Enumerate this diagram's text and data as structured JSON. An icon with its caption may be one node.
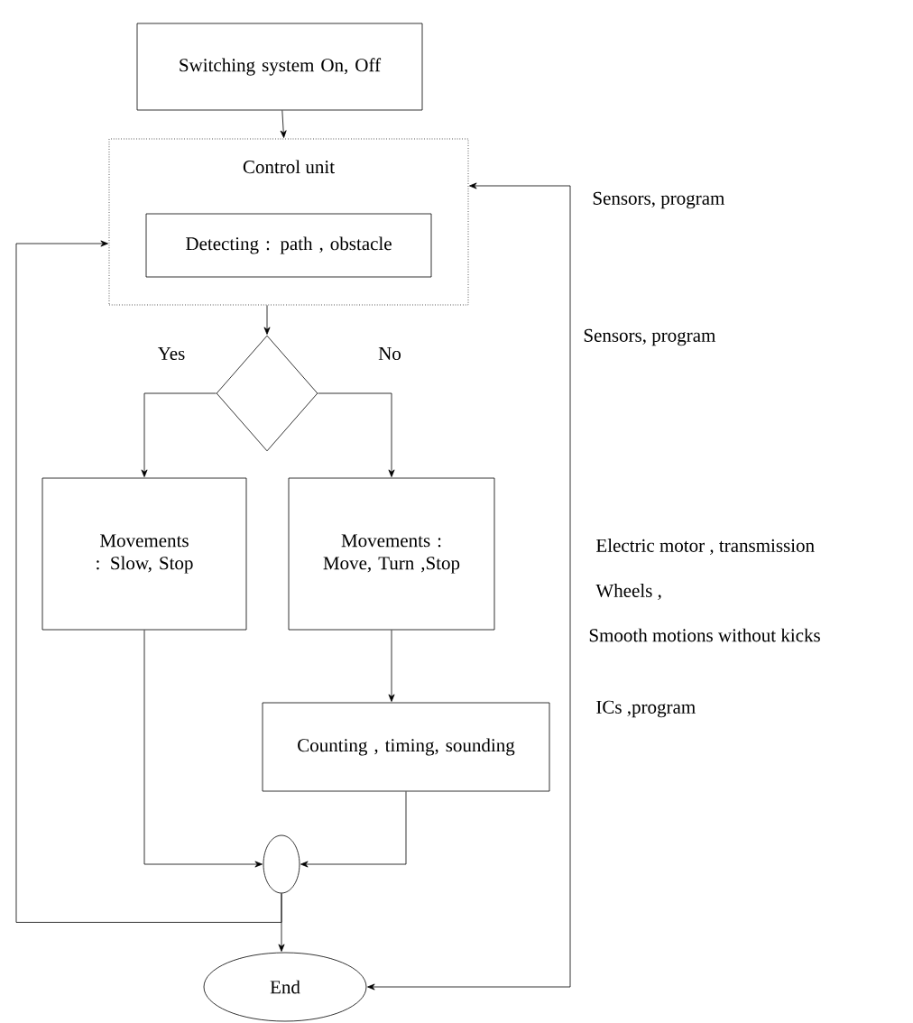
{
  "diagram": {
    "nodes": [
      {
        "text": [
          "Switching system  On, Off"
        ]
      },
      {
        "text": [
          "Control unit"
        ]
      },
      {
        "text": [
          "Detecting : path , obstacle"
        ],
        "in": 1
      },
      {
        "text": [],
        "shape": "diamond"
      },
      {
        "text": [
          "Movements : Slow, Stop"
        ]
      },
      {
        "text": [
          "Movements : Move, Turn ,Stop"
        ]
      },
      {
        "text": [
          "Counting , timing, sounding"
        ]
      },
      {
        "text": [],
        "shape": "circle"
      },
      {
        "text": [
          "End"
        ]
      }
    ],
    "edges": [
      {
        "from": 0,
        "to": 1,
        "arrow": "to"
      },
      {
        "from": 1,
        "to": 3,
        "arrow": "to"
      },
      {
        "from": 3,
        "to": 4,
        "arrow": "to",
        "label": "Yes"
      },
      {
        "from": 3,
        "to": 5,
        "arrow": "to",
        "label": "No"
      },
      {
        "from": 5,
        "to": 6,
        "arrow": "to"
      },
      {
        "from": 4,
        "to": 7,
        "arrow": "to"
      },
      {
        "from": 6,
        "to": 7,
        "arrow": "to"
      },
      {
        "from": 7,
        "to": 8,
        "arrow": "to"
      },
      {
        "from": 7,
        "to": 1,
        "arrow": "to"
      },
      {
        "from": 1,
        "to": 8,
        "arrow": "both"
      }
    ],
    "labels": [
      "Sensors, program",
      "Sensors, program",
      "Electric motor ,  transmission",
      "Wheels ,",
      "Smooth  motions without kicks",
      "ICs ,program"
    ]
  }
}
